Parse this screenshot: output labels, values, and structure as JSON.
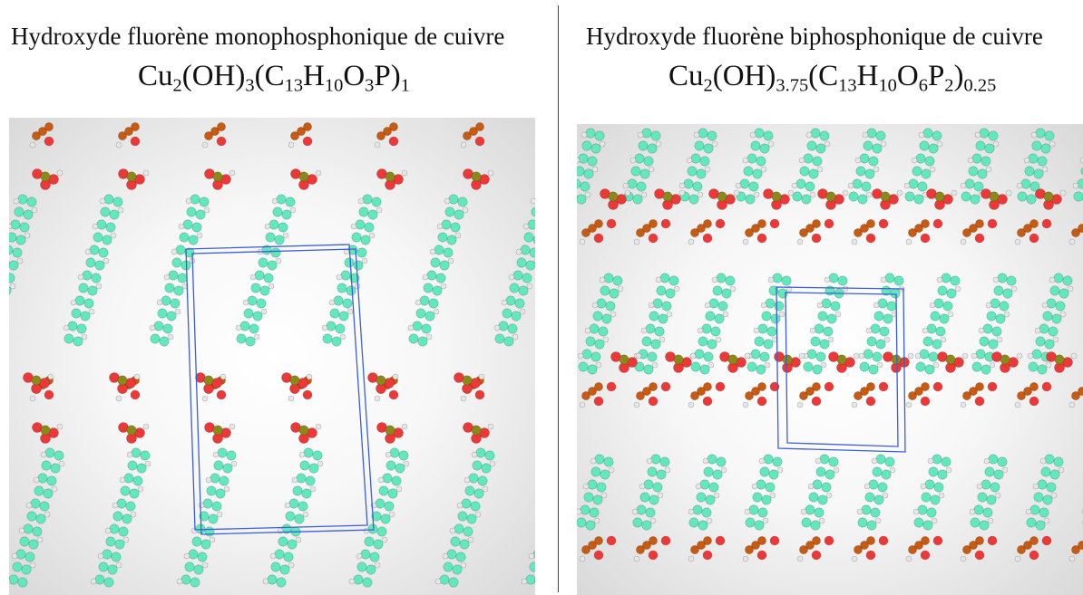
{
  "left": {
    "title": "Hydroxyde fluorène monophosphonique de cuivre",
    "formula": [
      {
        "t": "Cu"
      },
      {
        "t": "2",
        "sub": true
      },
      {
        "t": "(OH)"
      },
      {
        "t": "3",
        "sub": true
      },
      {
        "t": "(C"
      },
      {
        "t": "13",
        "sub": true
      },
      {
        "t": "H"
      },
      {
        "t": "10",
        "sub": true
      },
      {
        "t": "O"
      },
      {
        "t": "3",
        "sub": true
      },
      {
        "t": "P)"
      },
      {
        "t": "1",
        "sub": true
      }
    ]
  },
  "right": {
    "title": "Hydroxyde fluorène biphosphonique de cuivre",
    "formula": [
      {
        "t": "Cu"
      },
      {
        "t": "2",
        "sub": true
      },
      {
        "t": "(OH)"
      },
      {
        "t": "3.75",
        "sub": true
      },
      {
        "t": "(C"
      },
      {
        "t": "13",
        "sub": true
      },
      {
        "t": "H"
      },
      {
        "t": "10",
        "sub": true
      },
      {
        "t": "O"
      },
      {
        "t": "6",
        "sub": true
      },
      {
        "t": "P"
      },
      {
        "t": "2",
        "sub": true
      },
      {
        "t": ")"
      },
      {
        "t": "0.25",
        "sub": true
      }
    ]
  },
  "colors": {
    "carbon": "#62e8bd",
    "hydrogen": "#e6e6e6",
    "oxygen": "#ee3838",
    "copper": "#c85a12",
    "phosphorus": "#8a8a18",
    "cell": "#3a5fd8"
  }
}
